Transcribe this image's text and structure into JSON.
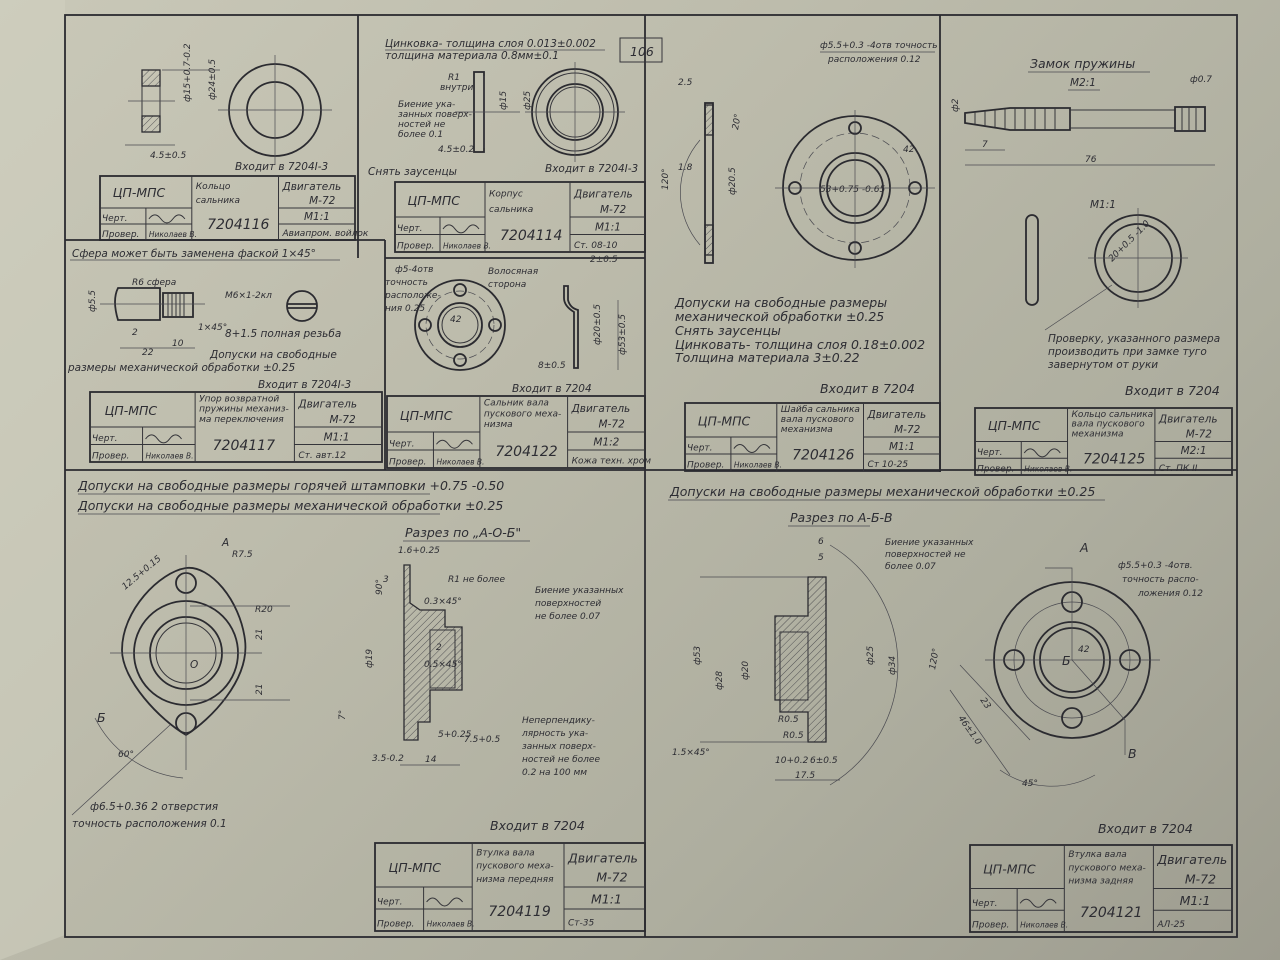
{
  "sheet": {
    "page_number": "106",
    "org": "ЦП-МПС",
    "engine_label": "Двигатель",
    "engine_model": "М-72",
    "drawn_label": "Черт.",
    "checked_label": "Провер.",
    "checker": "Николаев В."
  },
  "title_blocks": [
    {
      "name": [
        "Кольцо",
        "сальника"
      ],
      "number": "7204116",
      "scale": "М1:1",
      "material": "Авиапром. войлок"
    },
    {
      "name": [
        "Корпус",
        "сальника"
      ],
      "number": "7204114",
      "scale": "М1:1",
      "material": "Ст. 08-10"
    },
    {
      "name": [
        "Упор возвратной",
        "пружины механиз-",
        "ма переключения"
      ],
      "number": "7204117",
      "scale": "М1:1",
      "material": "Ст. авт.12"
    },
    {
      "name": [
        "Сальник вала",
        "пускового меха-",
        "низма"
      ],
      "number": "7204122",
      "scale": "М1:2",
      "material": "Кожа техн. хром"
    },
    {
      "name": [
        "Шайба сальника",
        "вала пускового",
        "механизма"
      ],
      "number": "7204126",
      "scale": "М1:1",
      "material": "Ст 10-25"
    },
    {
      "name": [
        "Кольцо сальника",
        "вала пускового",
        "механизма"
      ],
      "number": "7204125",
      "scale": "М2:1",
      "material": "Ст. ПК II"
    },
    {
      "name": [
        "Втулка вала",
        "пускового меха-",
        "низма передняя"
      ],
      "number": "7204119",
      "scale": "М1:1",
      "material": "Ст-35"
    },
    {
      "name": [
        "Втулка вала",
        "пускового меха-",
        "низма задняя"
      ],
      "number": "7204121",
      "scale": "М1:1",
      "material": "АЛ-25"
    }
  ],
  "cell_a": {
    "includes": "Входит в 7204I-3",
    "dims": [
      "ф24±0.5",
      "ф15+0.7-0.2",
      "4.5±0.5"
    ]
  },
  "cell_b": {
    "note1": "Цинковка- толщина слоя 0.013±0.002",
    "note2": "толщина материала 0.8мм±0.1",
    "r1": "R1",
    "r1_inside": "внутри",
    "runout": [
      "Биение ука-",
      "занных поверх-",
      "ностей не",
      "более 0.1"
    ],
    "dims": [
      "ф25",
      "ф15",
      "4.5±0.2"
    ],
    "deburr": "Снять заусенцы",
    "includes": "Входит в 7204I-3"
  },
  "cell_c": {
    "note": "Сфера может быть заменена фаской 1×45°",
    "sphere": "R6 сфера",
    "thread": "М6×1-2кл",
    "thread_full": "8+1.5 полная резьба",
    "dims": [
      "ф5.5",
      "2",
      "22",
      "10",
      "1×45°"
    ],
    "tolerance": [
      "Допуски на свободные",
      "размеры механической обработки ±0.25"
    ],
    "includes": "Входит в 7204I-3"
  },
  "cell_d": {
    "holes": [
      "ф5-4отв",
      "точность",
      "расположе-",
      "ния 0.25"
    ],
    "side": [
      "Волосяная",
      "сторона"
    ],
    "dims": [
      "2±0.5",
      "ф20±0.5",
      "ф53±0.5",
      "8±0.5",
      "42"
    ],
    "includes": "Входит в 7204"
  },
  "cell_e": {
    "holes": [
      "ф5.5+0.3 -4отв точность",
      "расположения 0.12"
    ],
    "dims": [
      "2.5",
      "1.8",
      "120°",
      "ф20.5",
      "20°",
      "42",
      "53+0.75 -0.65"
    ],
    "notes": [
      "Допуски на свободные размеры",
      "механической обработки ±0.25",
      "Снять заусенцы",
      "Цинковать- толщина слоя 0.18±0.002",
      "Толщина материала 3±0.22"
    ],
    "includes": "Входит в 7204"
  },
  "cell_f": {
    "title": "Замок пружины",
    "scale1": "М2:1",
    "scale2": "М1:1",
    "dims": [
      "ф0.7",
      "ф2",
      "7",
      "76",
      "20+0.5 -1.0"
    ],
    "notes": [
      "Проверку, указанного размера",
      "производить при замке туго",
      "завернутом от руки"
    ],
    "includes": "Входит в 7204"
  },
  "cell_g": {
    "note1": "Допуски на свободные размеры горячей штамповки +0.75 -0.50",
    "note2": "Допуски на свободные размеры механической обработки ±0.25",
    "section": "Разрез по „А-О-Б\"",
    "labels": [
      "А",
      "Б",
      "О"
    ],
    "dims": [
      "R7.5",
      "R20",
      "12.5+0.15",
      "21",
      "21",
      "60°",
      "3",
      "1.6+0.25",
      "90°",
      "ф19",
      "2",
      "0.5×45°",
      "7°",
      "5+0.25",
      "7.5+0.5",
      "3.5-0.2",
      "14"
    ],
    "holes": [
      "ф6.5+0.36  2 отверстия",
      "точность расположения 0.1"
    ],
    "r1": "R1 не более",
    "chamfer": "0.3×45°",
    "runout": [
      "Биение указанных",
      "поверхностей",
      "не более 0.07"
    ],
    "perp": [
      "Неперпендику-",
      "лярность ука-",
      "занных поверх-",
      "ностей не более",
      "0.2 на 100 мм"
    ],
    "includes": "Входит в 7204"
  },
  "cell_h": {
    "note": "Допуски на свободные размеры механической обработки ±0.25",
    "section": "Разрез по А-Б-В",
    "runout": [
      "Биение указанных",
      "поверхностей не",
      "более 0.07"
    ],
    "dims": [
      "6",
      "5",
      "ф53",
      "ф28",
      "ф20",
      "ф25",
      "ф34",
      "120°",
      "1.5×45°",
      "R0.5",
      "R0.5",
      "10+0.2",
      "6±0.5",
      "17.5",
      "42",
      "23",
      "46±1.0",
      "45°"
    ],
    "holes": [
      "ф5.5+0.3 -4отв.",
      "точность распо-",
      "ложения 0.12"
    ],
    "labels": [
      "А",
      "Б",
      "В"
    ],
    "includes": "Входит в 7204"
  }
}
